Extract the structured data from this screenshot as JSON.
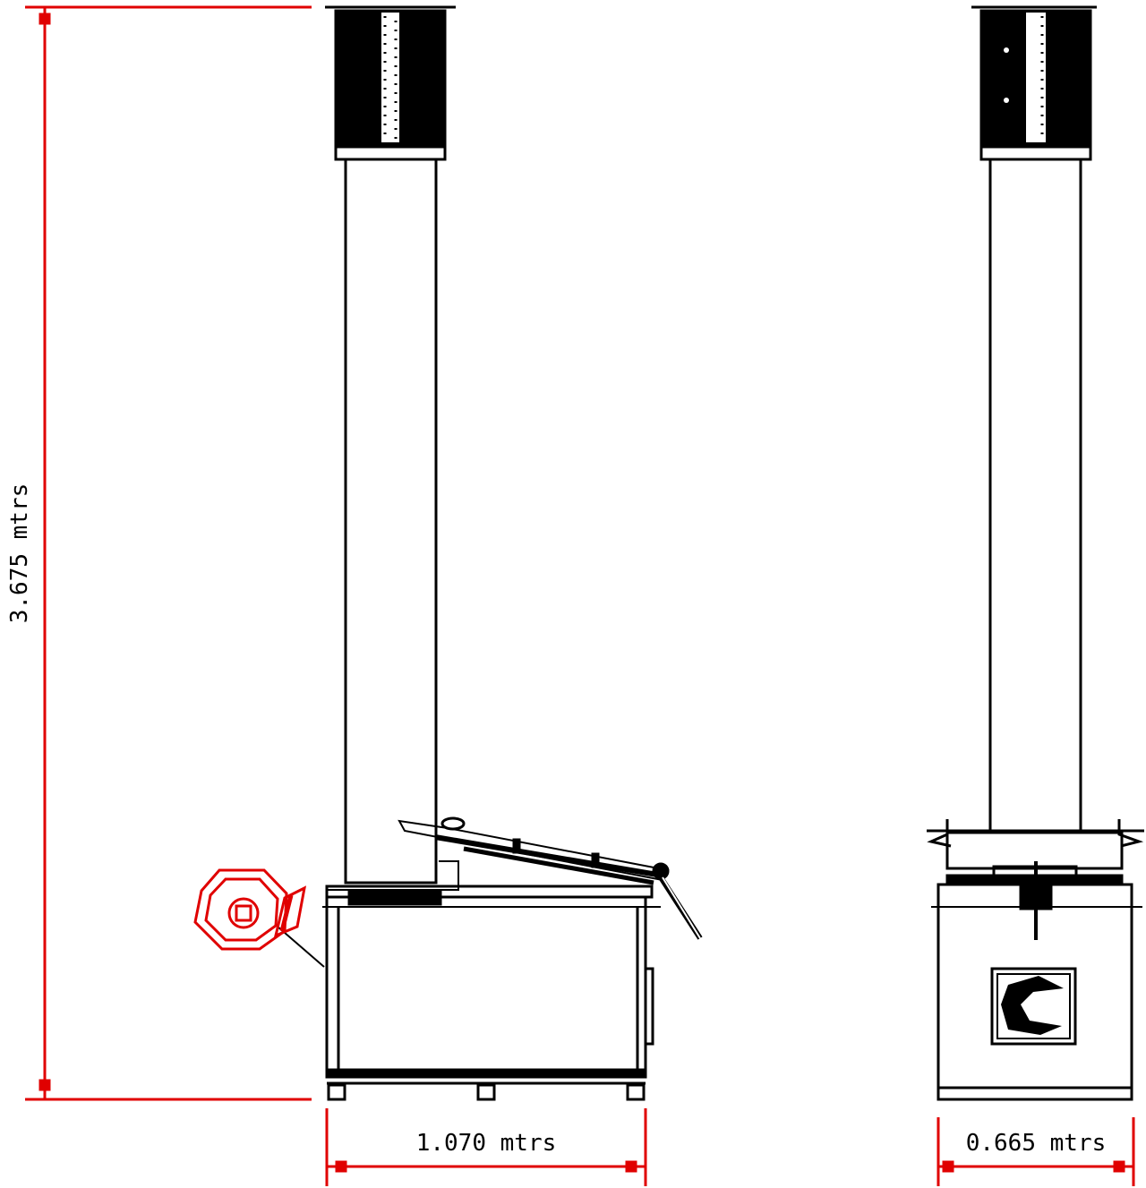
{
  "dimensions": {
    "height": {
      "label": "3.675 mtrs"
    },
    "front_width": {
      "label": "1.070 mtrs"
    },
    "side_width": {
      "label": "0.665 mtrs"
    }
  },
  "colors": {
    "dimension": "#e00000",
    "outline": "#000000",
    "fill_dark": "#000000",
    "background": "#ffffff"
  }
}
